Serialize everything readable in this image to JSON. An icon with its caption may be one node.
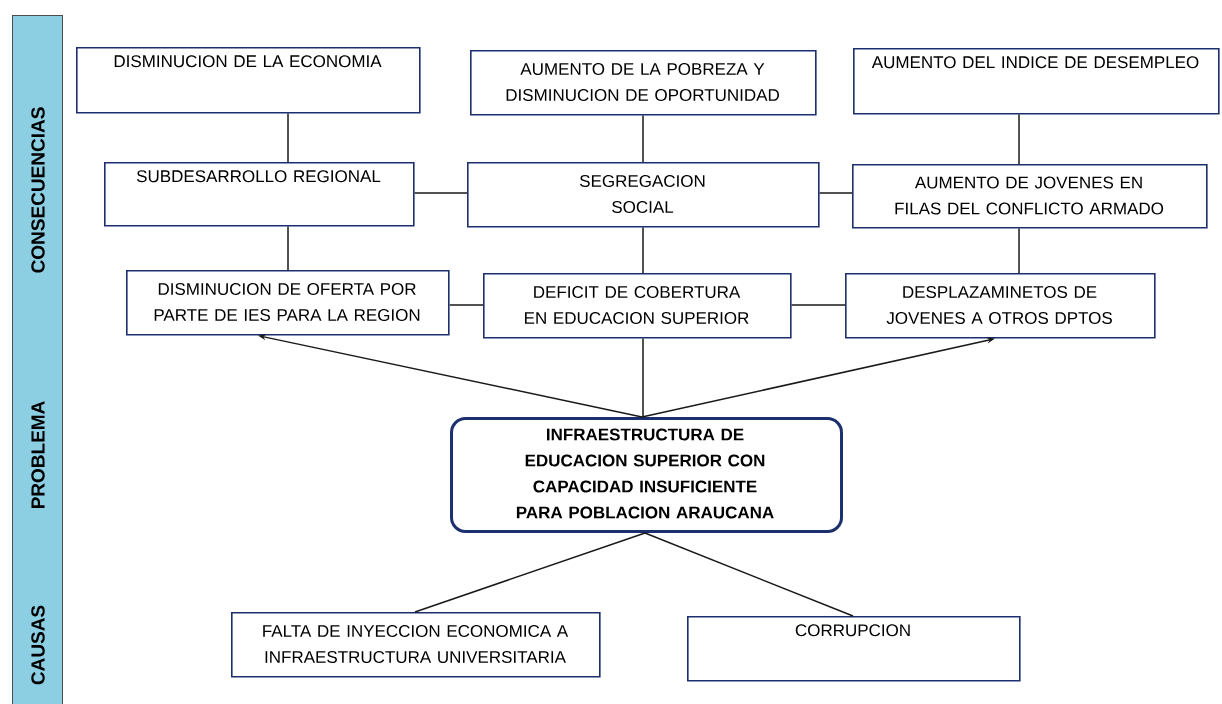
{
  "diagram": {
    "nodes": [
      {
        "text": [
          "CONSECUENCIAS",
          "PROBLEMA",
          "CAUSAS"
        ]
      },
      {
        "text": [
          "DISMINUCION  DE LA ECONOMIA"
        ]
      },
      {
        "text": [
          "AUMENTO DE LA POBREZA Y DISMINUCION DE OPORTUNIDAD"
        ]
      },
      {
        "text": [
          "AUMENTO DEL INDICE DE DESEMPLEO"
        ]
      },
      {
        "text": [
          "SUBDESARROLLO REGIONAL"
        ]
      },
      {
        "text": [
          "SEGREGACION SOCIAL"
        ]
      },
      {
        "text": [
          "AUMENTO DE JOVENES EN FILAS DEL CONFLICTO ARMADO"
        ]
      },
      {
        "text": [
          "DISMINUCION DE  OFERTA POR PARTE DE IES PARA LA REGION"
        ]
      },
      {
        "text": [
          "DEFICIT DE COBERTURA EN EDUCACION SUPERIOR"
        ]
      },
      {
        "text": [
          "DESPLAZAMINETOS DE JOVENES A OTROS DPTOS"
        ]
      },
      {
        "text": [
          "INFRAESTRUCTURA DE EDUCACION SUPERIOR CON CAPACIDAD INSUFICIENTE PARA POBLACION ARAUCANA"
        ]
      },
      {
        "text": [
          "FALTA DE INYECCION ECONOMICA A INFRAESTRUCTURA UNIVERSITARIA"
        ]
      },
      {
        "text": [
          "CORRUPCION"
        ]
      }
    ],
    "edges": [
      {
        "from": 1,
        "to": 4,
        "arrow": "none"
      },
      {
        "from": 2,
        "to": 5,
        "arrow": "none"
      },
      {
        "from": 3,
        "to": 6,
        "arrow": "none"
      },
      {
        "from": 4,
        "to": 5,
        "arrow": "none"
      },
      {
        "from": 5,
        "to": 6,
        "arrow": "none"
      },
      {
        "from": 4,
        "to": 7,
        "arrow": "none"
      },
      {
        "from": 5,
        "to": 8,
        "arrow": "none"
      },
      {
        "from": 6,
        "to": 9,
        "arrow": "none"
      },
      {
        "from": 7,
        "to": 8,
        "arrow": "none"
      },
      {
        "from": 8,
        "to": 9,
        "arrow": "none"
      },
      {
        "from": 10,
        "to": 7,
        "arrow": "to"
      },
      {
        "from": 10,
        "to": 8,
        "arrow": "none"
      },
      {
        "from": 10,
        "to": 9,
        "arrow": "to"
      },
      {
        "from": 11,
        "to": 10,
        "arrow": "none"
      },
      {
        "from": 12,
        "to": 10,
        "arrow": "none"
      }
    ]
  }
}
